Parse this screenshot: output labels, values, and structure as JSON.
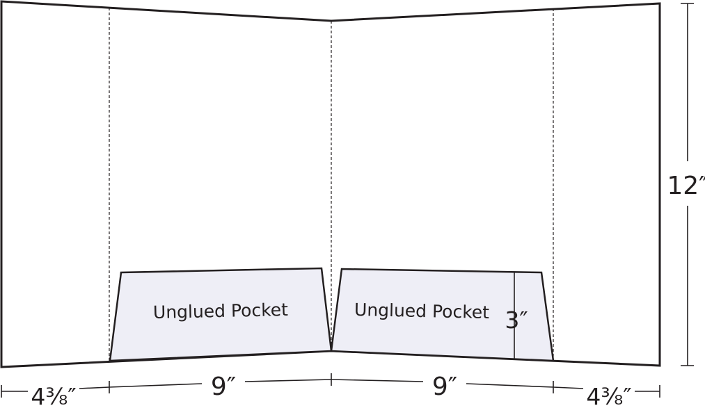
{
  "diagram": {
    "pockets": [
      {
        "label": "Unglued Pocket"
      },
      {
        "label": "Unglued Pocket"
      }
    ],
    "dimensions": {
      "height": "12″",
      "pocket_height": "3″",
      "left_flap_width": "4⅜″",
      "left_panel_width": "9″",
      "right_panel_width": "9″",
      "right_flap_width": "4⅜″"
    },
    "colors": {
      "line": "#231f20",
      "pocket_fill": "#eeeef6",
      "paper": "#ffffff"
    }
  }
}
